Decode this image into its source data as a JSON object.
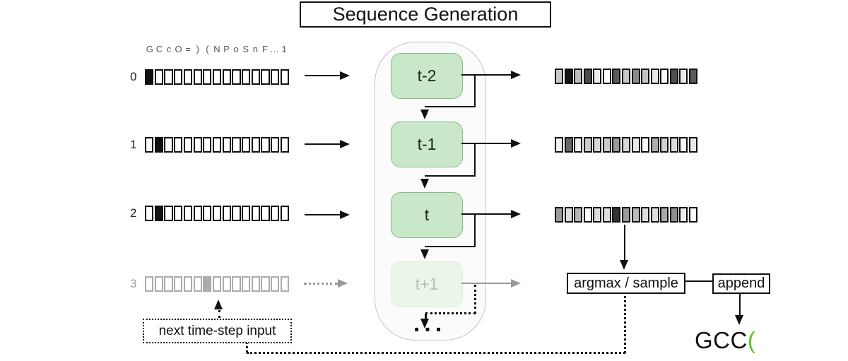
{
  "title": "Sequence Generation",
  "vocab_header": {
    "tokens": [
      "G",
      "C",
      "c",
      "O",
      "=",
      ")",
      "(",
      "N",
      "P",
      "o",
      "S",
      "n",
      "F",
      "…",
      "1"
    ]
  },
  "input_rows": [
    {
      "label": "0",
      "active_index": 0,
      "faded": false
    },
    {
      "label": "1",
      "active_index": 1,
      "faded": false
    },
    {
      "label": "2",
      "active_index": 1,
      "faded": false
    },
    {
      "label": "3",
      "active_index": 6,
      "faded": true
    }
  ],
  "model": {
    "cells": [
      {
        "label": "t-2",
        "faded": false
      },
      {
        "label": "t-1",
        "faded": false
      },
      {
        "label": "t",
        "faded": false
      },
      {
        "label": "t+1",
        "faded": true
      }
    ],
    "ellipsis": "..."
  },
  "output_rows": [
    {
      "shades": [
        "#c8c8c8",
        "#141414",
        "#bdbdbd",
        "#4a4a4a",
        "#ededed",
        "#ffffff",
        "#5a5a5a",
        "#c8c8c8",
        "#8a8a8a",
        "#c4c4c4",
        "#e9e9e9",
        "#fafafa",
        "#4e4e4e",
        "#e9e9e9",
        "#585858"
      ]
    },
    {
      "shades": [
        "#f0f0f0",
        "#666666",
        "#efefef",
        "#cccccc",
        "#d7d7d7",
        "#cccccc",
        "#9a9a9a",
        "#d9d9d9",
        "#eaeaea",
        "#fcfcfc",
        "#adadad",
        "#cfcfcf",
        "#dcdcdc",
        "#f5f5f5",
        "#eaeaea"
      ]
    },
    {
      "shades": [
        "#9c9c9c",
        "#dedede",
        "#b6b6b6",
        "#fcfcfc",
        "#dedede",
        "#dedede",
        "#333333",
        "#9c9c9c",
        "#bababa",
        "#dedede",
        "#dedede",
        "#a9a9a9",
        "#8d8d8d",
        "#ededed",
        "#fdfdfd"
      ]
    }
  ],
  "ops": {
    "argmax_label": "argmax / sample",
    "append_label": "append"
  },
  "annotations": {
    "next_input_label": "next time-step input"
  },
  "result": {
    "generated_prefix": "GCC",
    "appended_token": "(",
    "vector_length": 15
  },
  "colors": {
    "filled_cell": "#111111",
    "faded_cell": "#ababab",
    "box_fill": "#c9e7c9",
    "box_border": "#8db68d",
    "box_fill_faded": "#eaf6ea",
    "container_fill": "#fbfbfb",
    "appended_token_color": "#62c42a",
    "arrow": "#111111",
    "gray_arrow": "#999999"
  }
}
